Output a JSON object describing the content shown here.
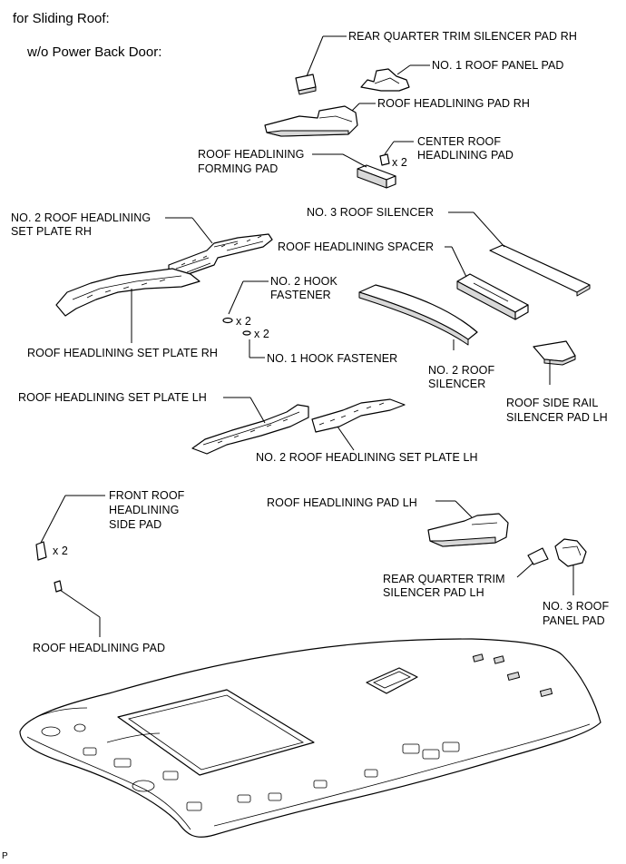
{
  "header": {
    "title": "for Sliding Roof:",
    "subtitle": "w/o Power Back Door:"
  },
  "labels": {
    "rear_quarter_trim_silencer_pad_rh": "REAR QUARTER TRIM SILENCER PAD RH",
    "no1_roof_panel_pad": "NO. 1 ROOF PANEL PAD",
    "roof_headlining_pad_rh": "ROOF HEADLINING PAD RH",
    "center_roof_headlining_pad_line1": "CENTER ROOF",
    "center_roof_headlining_pad_line2": "HEADLINING PAD",
    "center_pad_qty": "x 2",
    "roof_headlining_forming_pad_line1": "ROOF HEADLINING",
    "roof_headlining_forming_pad_line2": "FORMING PAD",
    "no3_roof_silencer": "NO. 3 ROOF SILENCER",
    "no2_set_plate_rh_line1": "NO. 2 ROOF HEADLINING",
    "no2_set_plate_rh_line2": "SET PLATE RH",
    "roof_headlining_spacer": "ROOF HEADLINING SPACER",
    "no2_hook_fastener_line1": "NO. 2 HOOK",
    "no2_hook_fastener_line2": "FASTENER",
    "no2_hook_qty": "x 2",
    "no1_hook_qty": "x 2",
    "set_plate_rh": "ROOF HEADLINING SET PLATE RH",
    "no1_hook_fastener": "NO. 1 HOOK FASTENER",
    "no2_roof_silencer_line1": "NO. 2 ROOF",
    "no2_roof_silencer_line2": "SILENCER",
    "roof_side_rail_line1": "ROOF SIDE RAIL",
    "roof_side_rail_line2": "SILENCER PAD LH",
    "set_plate_lh": "ROOF HEADLINING SET PLATE LH",
    "no2_set_plate_lh": "NO. 2 ROOF HEADLINING SET PLATE LH",
    "front_side_pad_line1": "FRONT ROOF",
    "front_side_pad_line2": "HEADLINING",
    "front_side_pad_line3": "SIDE PAD",
    "front_side_pad_qty": "x 2",
    "roof_headlining_pad_lh": "ROOF HEADLINING PAD LH",
    "rear_quarter_lh_line1": "REAR QUARTER TRIM",
    "rear_quarter_lh_line2": "SILENCER PAD LH",
    "no3_roof_panel_pad_line1": "NO. 3 ROOF",
    "no3_roof_panel_pad_line2": "PANEL PAD",
    "roof_headlining_pad": "ROOF HEADLINING PAD"
  },
  "footer": {
    "code": "P"
  }
}
